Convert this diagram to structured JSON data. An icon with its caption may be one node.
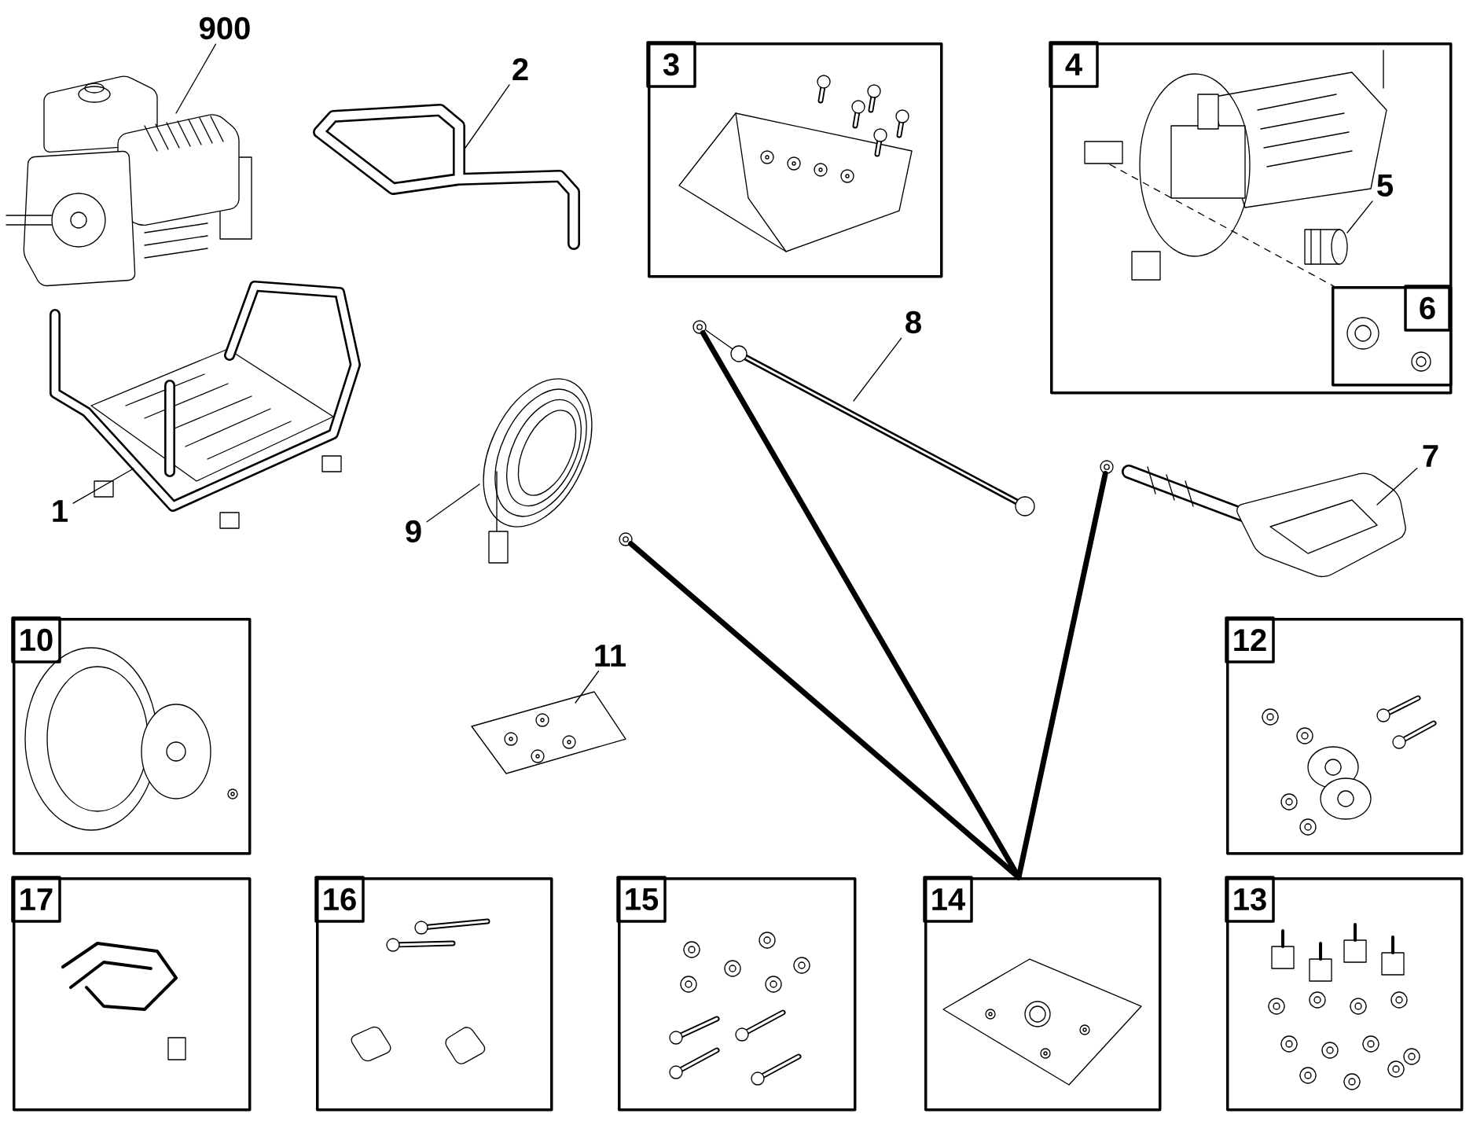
{
  "diagram": {
    "nodes": [
      {
        "text": [
          "900"
        ]
      },
      {
        "text": [],
        "shape": "picture"
      },
      {
        "text": [
          "2"
        ]
      },
      {
        "text": [],
        "shape": "picture"
      },
      {
        "text": [
          "3"
        ]
      },
      {
        "text": [
          "4"
        ]
      },
      {
        "text": [
          "5"
        ],
        "in": 5
      },
      {
        "text": [],
        "shape": "picture",
        "in": 5
      },
      {
        "text": [
          "6"
        ],
        "in": 5
      },
      {
        "text": [
          "8"
        ]
      },
      {
        "text": [],
        "shape": "picture"
      },
      {
        "text": [
          "7"
        ]
      },
      {
        "text": [],
        "shape": "picture"
      },
      {
        "text": [
          "1"
        ]
      },
      {
        "text": [],
        "shape": "picture"
      },
      {
        "text": [
          "9"
        ]
      },
      {
        "text": [],
        "shape": "picture"
      },
      {
        "text": [
          "10"
        ]
      },
      {
        "text": [
          "11"
        ]
      },
      {
        "text": [],
        "shape": "picture"
      },
      {
        "text": [
          "12"
        ]
      },
      {
        "text": [
          "17"
        ]
      },
      {
        "text": [
          "16"
        ]
      },
      {
        "text": [
          "15"
        ]
      },
      {
        "text": [
          "14"
        ]
      },
      {
        "text": [
          "13"
        ]
      },
      {
        "text": [],
        "shape": "circle"
      },
      {
        "text": [],
        "shape": "circle"
      },
      {
        "text": [],
        "shape": "circle"
      }
    ],
    "edges": [
      {
        "from": 0,
        "to": 1,
        "arrow": "none"
      },
      {
        "from": 2,
        "to": 3,
        "arrow": "none"
      },
      {
        "from": 6,
        "to": 7,
        "arrow": "none"
      },
      {
        "from": 9,
        "to": 10,
        "arrow": "none"
      },
      {
        "from": 11,
        "to": 12,
        "arrow": "none"
      },
      {
        "from": 13,
        "to": 14,
        "arrow": "none"
      },
      {
        "from": 15,
        "to": 16,
        "arrow": "none"
      },
      {
        "from": 18,
        "to": 19,
        "arrow": "none"
      },
      {
        "from": 24,
        "to": 26,
        "arrow": "none",
        "style": "thick"
      },
      {
        "from": 24,
        "to": 27,
        "arrow": "none",
        "style": "thick"
      },
      {
        "from": 24,
        "to": 28,
        "arrow": "none",
        "style": "thick"
      }
    ]
  }
}
